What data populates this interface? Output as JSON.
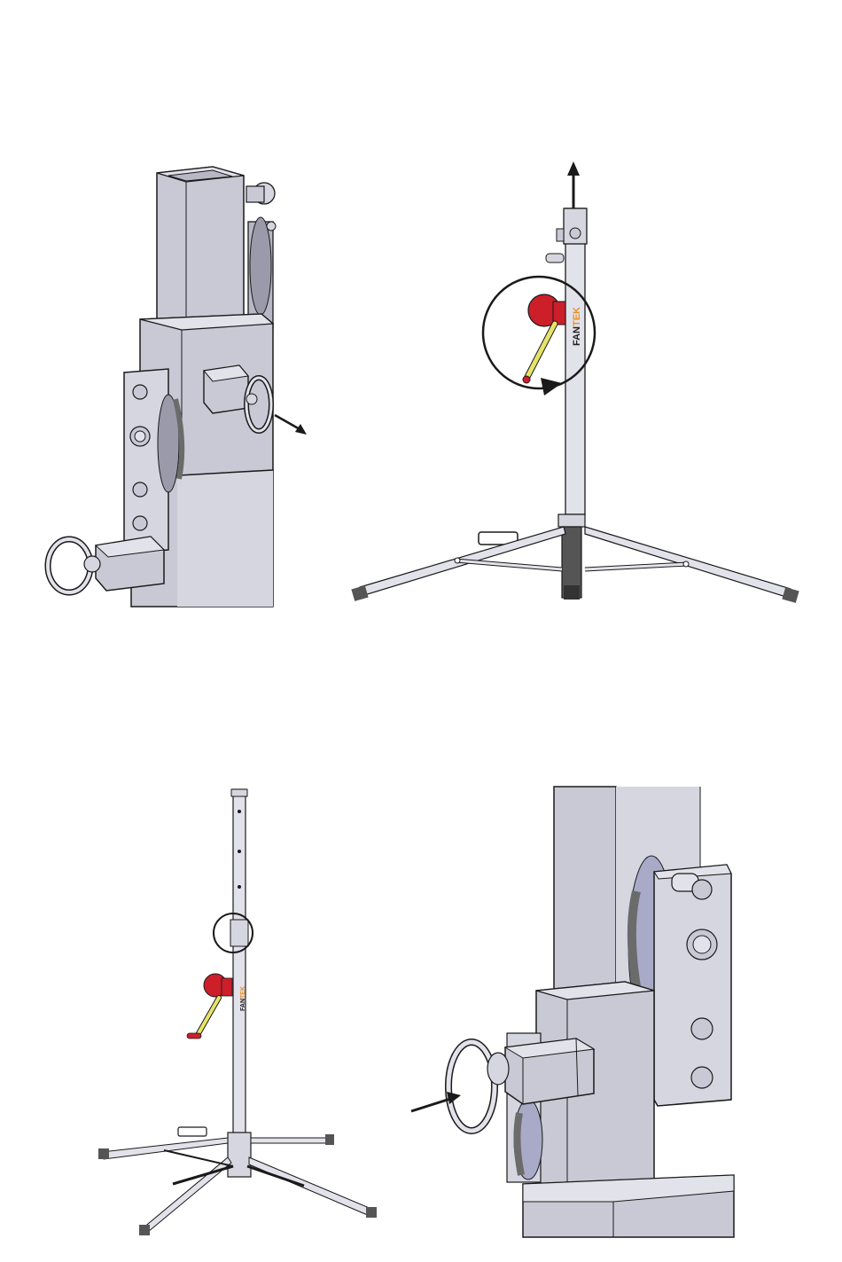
{
  "brand": {
    "part1": "FAN",
    "part2": "TEK",
    "part1_color": "#222222",
    "part2_color": "#e8912a"
  },
  "colors": {
    "metal": "#c9c9d6",
    "metal_dark": "#a9a9b8",
    "metal_light": "#e2e2ea",
    "outline": "#1a1a1a",
    "crank_knob": "#cc1f2a",
    "crank_arm": "#e6e36a",
    "rope": "#6b6b6b",
    "foot": "#555555"
  },
  "panels": [
    {
      "name": "panel-top-left",
      "subject": "locking-pin-pull-out-detail",
      "arrow": "arrow-out-right"
    },
    {
      "name": "panel-top-right",
      "subject": "winch-crank-raise-mast",
      "arrow": "arrow-up"
    },
    {
      "name": "panel-bottom-left",
      "subject": "stand-extended-with-circled-joint",
      "arrow": ""
    },
    {
      "name": "panel-bottom-right",
      "subject": "locking-pin-insert-detail",
      "arrow": "arrow-in-right"
    }
  ]
}
